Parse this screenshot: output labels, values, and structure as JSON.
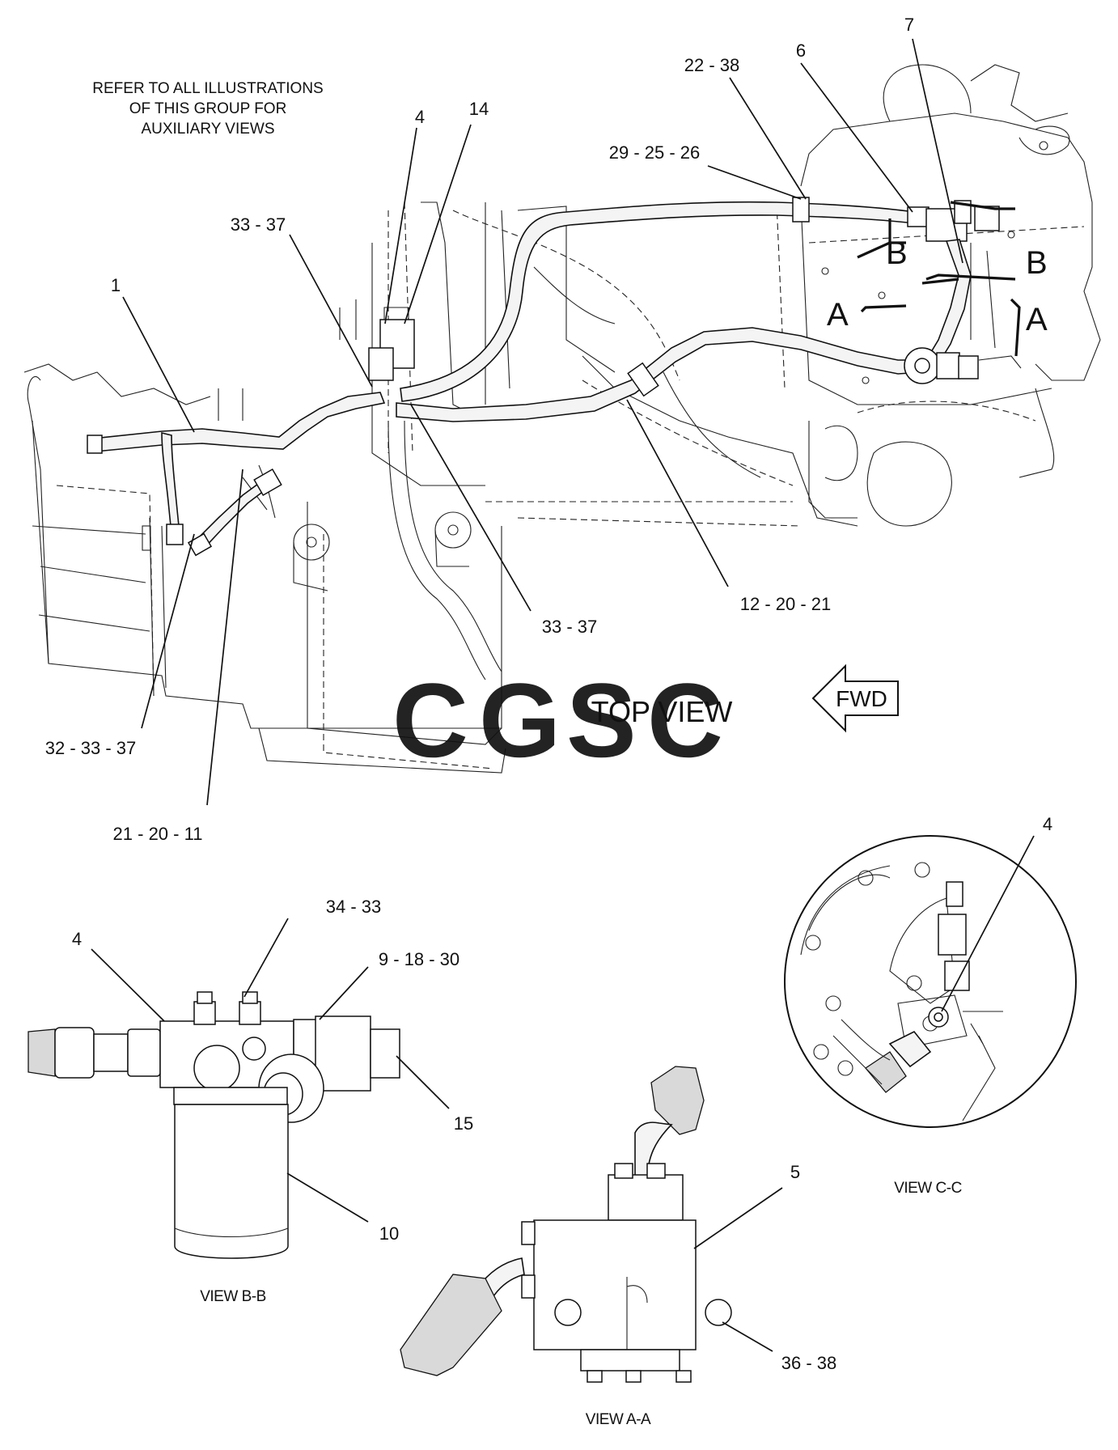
{
  "note": {
    "lines": [
      "REFER TO ALL ILLUSTRATIONS",
      "OF THIS GROUP FOR",
      "AUXILIARY VIEWS"
    ]
  },
  "top_view": {
    "title": "TOP VIEW",
    "direction_label": "FWD",
    "section_letters": {
      "a_left": "A",
      "a_right": "A",
      "b_left": "B",
      "b_right": "B"
    },
    "callouts": {
      "c_1": "1",
      "c_4": "4",
      "c_14": "14",
      "c_33_37_a": "33 - 37",
      "c_29_25_26": "29 - 25 - 26",
      "c_22_38": "22 - 38",
      "c_6": "6",
      "c_7": "7",
      "c_12_20_21": "12 - 20 - 21",
      "c_33_37_b": "33 - 37",
      "c_32_33_37": "32 - 33 - 37",
      "c_21_20_11": "21 - 20 - 11"
    }
  },
  "view_bb": {
    "caption": "VIEW B-B",
    "callouts": {
      "c_4": "4",
      "c_34_33": "34 - 33",
      "c_9_18_30": "9 - 18 - 30",
      "c_15": "15",
      "c_10": "10"
    }
  },
  "view_aa": {
    "caption": "VIEW A-A",
    "callouts": {
      "c_5": "5",
      "c_36_38": "36 - 38"
    }
  },
  "view_cc": {
    "caption": "VIEW C-C",
    "callouts": {
      "c_4": "4"
    }
  },
  "watermark": {
    "letters": [
      "C",
      "G",
      "S",
      "C"
    ],
    "colors": [
      "#6f9df0",
      "#f0857d",
      "#f6d36a",
      "#6fbf93"
    ]
  }
}
